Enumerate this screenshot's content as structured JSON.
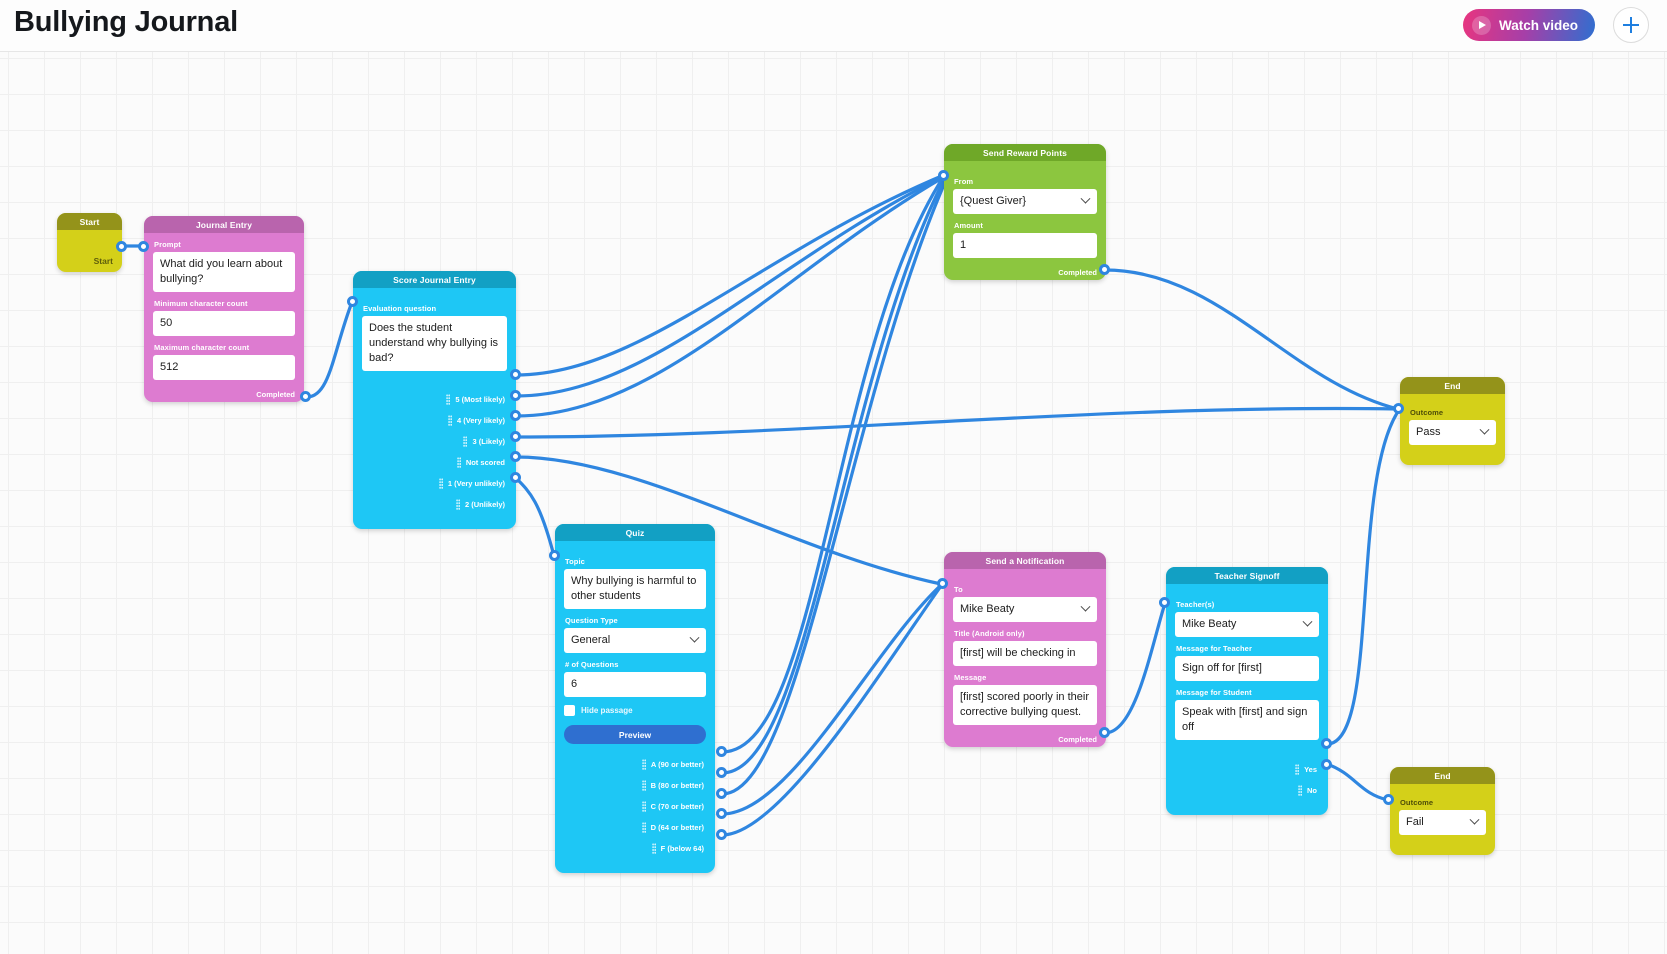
{
  "header": {
    "title": "Bullying Journal",
    "watch_video_label": "Watch video",
    "play_icon": "play-icon",
    "add_icon": "plus-icon"
  },
  "nodes": {
    "start": {
      "title": "Start",
      "port_label": "Start"
    },
    "journal_entry": {
      "title": "Journal Entry",
      "prompt_label": "Prompt",
      "prompt_value": "What did you learn about bullying?",
      "min_label": "Minimum character count",
      "min_value": "50",
      "max_label": "Maximum character count",
      "max_value": "512",
      "completed_label": "Completed"
    },
    "score_journal_entry": {
      "title": "Score Journal Entry",
      "question_label": "Evaluation question",
      "question_value": "Does the student understand why bullying is bad?",
      "ports": [
        "5 (Most likely)",
        "4 (Very likely)",
        "3 (Likely)",
        "Not scored",
        "1 (Very unlikely)",
        "2 (Unlikely)"
      ]
    },
    "quiz": {
      "title": "Quiz",
      "topic_label": "Topic",
      "topic_value": "Why bullying is harmful to other students",
      "question_type_label": "Question Type",
      "question_type_value": "General",
      "num_questions_label": "# of Questions",
      "num_questions_value": "6",
      "hide_passage_label": "Hide passage",
      "hide_passage_checked": false,
      "preview_label": "Preview",
      "ports": [
        "A (90 or better)",
        "B (80 or better)",
        "C (70 or better)",
        "D (64 or better)",
        "F (below 64)"
      ]
    },
    "send_reward_points": {
      "title": "Send Reward Points",
      "from_label": "From",
      "from_value": "{Quest Giver}",
      "amount_label": "Amount",
      "amount_value": "1",
      "completed_label": "Completed"
    },
    "send_notification": {
      "title": "Send a Notification",
      "to_label": "To",
      "to_value": "Mike Beaty",
      "title_label": "Title (Android only)",
      "title_value": "[first] will be checking in",
      "message_label": "Message",
      "message_value": "[first] scored poorly in their corrective bullying quest.",
      "completed_label": "Completed"
    },
    "teacher_signoff": {
      "title": "Teacher Signoff",
      "teachers_label": "Teacher(s)",
      "teachers_value": "Mike Beaty",
      "msg_teacher_label": "Message for Teacher",
      "msg_teacher_value": "Sign off for [first]",
      "msg_student_label": "Message for Student",
      "msg_student_value": "Speak with [first] and sign off",
      "ports": [
        "Yes",
        "No"
      ]
    },
    "end_pass": {
      "title": "End",
      "outcome_label": "Outcome",
      "outcome_value": "Pass"
    },
    "end_fail": {
      "title": "End",
      "outcome_label": "Outcome",
      "outcome_value": "Fail"
    }
  },
  "colors": {
    "edge": "#2f86e0",
    "olive_header": "#94931a",
    "olive_body": "#d4d019",
    "pink_header": "#b964ad",
    "pink_body": "#dd7bd0",
    "cyan_header": "#12a0c4",
    "cyan_body": "#1ec7f5",
    "green_header": "#6fa828",
    "green_body": "#8cc63f",
    "canvas": "#fbfbfb"
  }
}
